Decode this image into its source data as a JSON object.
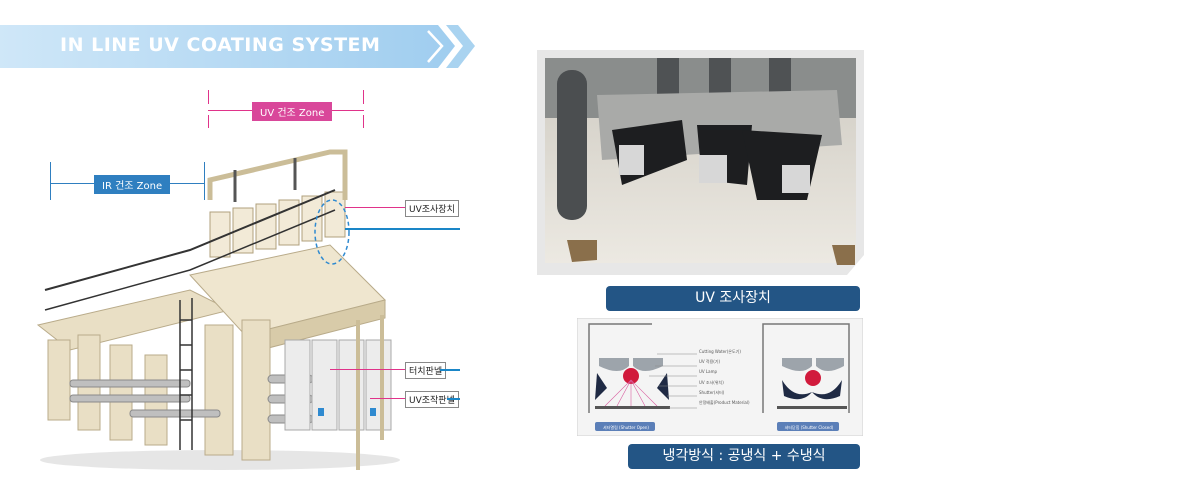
{
  "header": {
    "title": "IN LINE UV COATING SYSTEM"
  },
  "machine": {
    "uv_zone_label": "UV 건조 Zone",
    "ir_zone_label": "IR 건조 Zone",
    "callouts": [
      "UV조사장치",
      "터치판넬",
      "UV조작판넬"
    ]
  },
  "photo": {
    "caption": "UV 조사장치"
  },
  "diagram": {
    "labels": [
      "Cutting Water(온도기)",
      "UV 적용(기)",
      "UV Lamp",
      "UV 조사(위치)",
      "Shutter(셔터)",
      "안정배출(Product Material)"
    ],
    "panel_left_caption": "셔터열림 (Shutter Open)",
    "panel_right_caption": "셔터닫힘 (Shutter Closed)",
    "caption": "냉각방식 : 공냉식 + 수냉식"
  },
  "colors": {
    "banner": "#a9d3f0",
    "caption_bg": "#235585",
    "uv_zone": "#d9479a",
    "ir_zone": "#2f7fc0",
    "machine_body": "#e9dfc5"
  }
}
